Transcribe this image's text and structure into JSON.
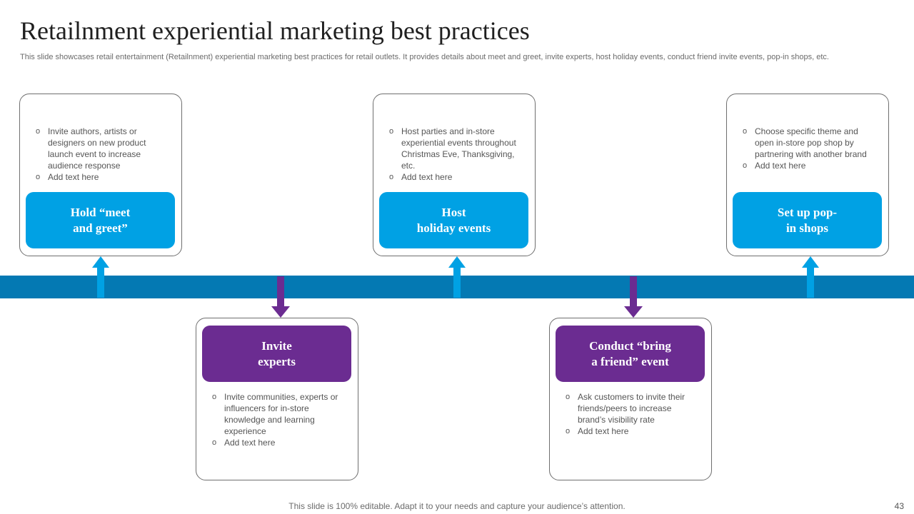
{
  "title": "Retailnment experiential marketing best practices",
  "subtitle": "This slide showcases retail entertainment (Retailnment) experiential marketing best practices for retail outlets. It provides details about meet and greet, invite experts, host holiday events, conduct friend invite events, pop-in shops, etc.",
  "colors": {
    "band": "#0479b3",
    "top_pill": "#00a1e4",
    "bottom_pill": "#6b2c91"
  },
  "bullet_glyph": "o",
  "cards": [
    {
      "heading_lines": [
        "Hold “meet",
        "and greet”"
      ],
      "bullets": [
        "Invite authors, artists or designers on new product launch event to increase audience response",
        "Add text here"
      ]
    },
    {
      "heading_lines": [
        "Invite",
        "experts"
      ],
      "bullets": [
        "Invite communities, experts or influencers for in-store knowledge and learning experience",
        "Add text here"
      ]
    },
    {
      "heading_lines": [
        "Host",
        "holiday events"
      ],
      "bullets": [
        "Host parties and in-store experiential events throughout Christmas Eve, Thanksgiving,  etc.",
        "Add text here"
      ]
    },
    {
      "heading_lines": [
        "Conduct “bring",
        "a friend” event"
      ],
      "bullets": [
        "Ask customers to invite their friends/peers to increase brand’s visibility rate",
        "Add text here"
      ]
    },
    {
      "heading_lines": [
        "Set up pop-",
        "in shops"
      ],
      "bullets": [
        "Choose specific theme and open in-store pop shop by partnering with another brand",
        "Add text here"
      ]
    }
  ],
  "footer": "This slide is 100% editable. Adapt it to your needs and capture your audience’s attention.",
  "page_number": "43"
}
